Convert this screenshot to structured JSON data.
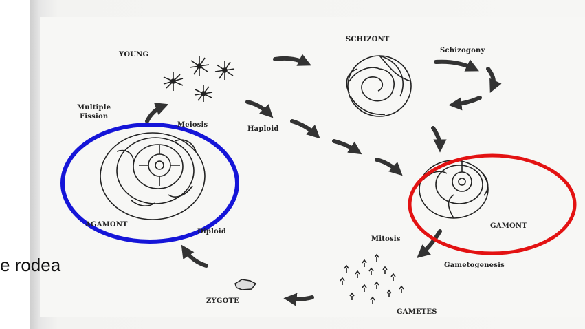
{
  "labels": {
    "young": "YOUNG",
    "multiple_fission": "Multiple\nFission",
    "meiosis": "Meiosis",
    "haploid": "Haploid",
    "schizont": "SCHIZONT",
    "schizogony": "Schizogony",
    "agamont": "AGAMONT",
    "diploid": "Diploid",
    "gamont": "GAMONT",
    "mitosis": "Mitosis",
    "gametogenesis": "Gametogenesis",
    "zygote": "ZYGOTE",
    "gametes": "GAMETES"
  },
  "caption": "e rodea",
  "colors": {
    "highlight_agamont": "#1515d8",
    "highlight_gamont": "#e31212"
  }
}
